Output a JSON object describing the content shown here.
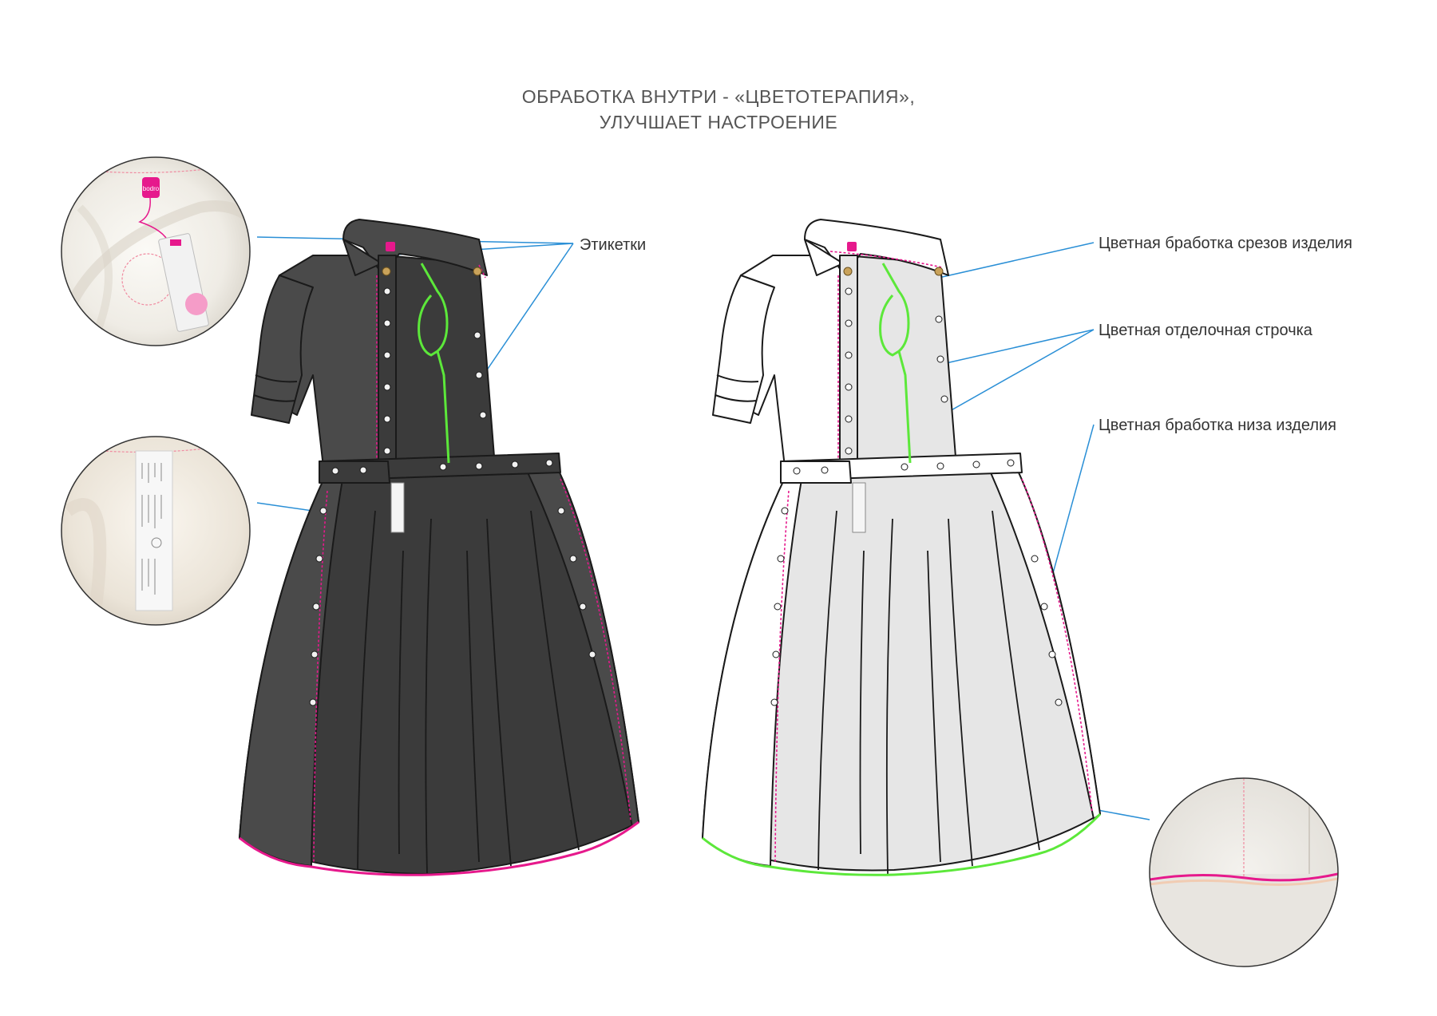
{
  "title": {
    "line1": "ОБРАБОТКА ВНУТРИ - «ЦВЕТОТЕРАПИЯ»,",
    "line2": "УЛУЧШАЕТ НАСТРОЕНИЕ"
  },
  "callouts": {
    "labels": "Этикетки",
    "edge_finish": "Цветная брaботка срезов изделия",
    "topstitch": "Цветная отделочная строчка",
    "hem_finish": "Цветная брaботка низа изделия"
  },
  "logo_text": "bodro",
  "colors": {
    "dark_dress": "#4a4a4a",
    "dark_dress_inner": "#3b3b3b",
    "light_dress": "#ffffff",
    "light_dress_inner": "#e6e6e6",
    "pink": "#e6198c",
    "green": "#5ce83a",
    "leader_line": "#2a8fd6",
    "outline": "#1a1a1a"
  }
}
